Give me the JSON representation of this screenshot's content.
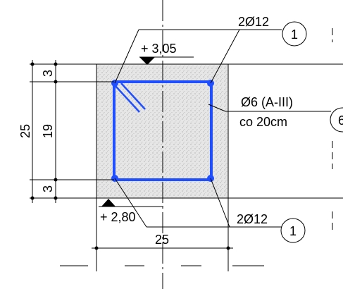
{
  "labels": {
    "top_rebar": "2Ø12",
    "bottom_rebar": "2Ø12",
    "stirrup_spec": "Ø6 (A-III)",
    "stirrup_spacing": "co 20cm",
    "top_level": "+ 3,05",
    "bottom_level": "+ 2,80"
  },
  "markers": {
    "top_bar_no": "1",
    "bottom_bar_no": "1",
    "stirrup_no": "6"
  },
  "dimensions": {
    "left_total": "25",
    "left_top_cover": "3",
    "left_middle": "19",
    "left_bottom_cover": "3",
    "bottom_width": "25"
  },
  "colors": {
    "rebar": "#1f4fff",
    "line": "#000000",
    "concrete_fill": "#e4e4e4"
  }
}
